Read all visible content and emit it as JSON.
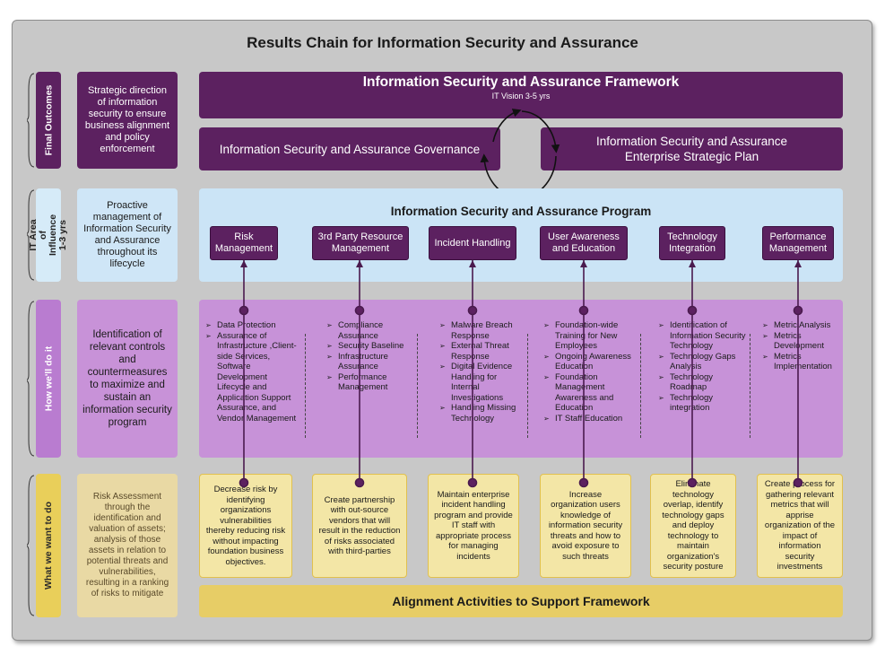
{
  "title": "Results Chain for Information Security and Assurance",
  "rows": {
    "final": "Final Outcomes",
    "it_area": "IT Area of Influence 1-3 yrs",
    "how": "How we'll do it",
    "what": "What we want to do"
  },
  "left_boxes": {
    "final": "Strategic direction of information security to ensure business alignment and policy enforcement",
    "it_area": "Proactive management of Information Security and Assurance throughout its lifecycle",
    "how": "Identification of relevant controls and countermeasures to maximize and sustain an information security program",
    "what": "Risk Assessment through the identification and valuation of assets; analysis of those assets in relation to potential threats and vulnerabilities, resulting in a ranking of risks to mitigate"
  },
  "framework": {
    "title": "Information Security and Assurance Framework",
    "vision": "IT Vision 3-5 yrs",
    "governance": "Information Security and Assurance Governance",
    "plan": "Information Security and Assurance Enterprise Strategic Plan"
  },
  "program": {
    "title": "Information Security and Assurance Program",
    "items": [
      "Risk Management",
      "3rd Party Resource Management",
      "Incident Handling",
      "User Awareness and Education",
      "Technology Integration",
      "Performance Management"
    ]
  },
  "how_columns": [
    [
      "Data Protection",
      "Assurance of Infrastructure ,Client-side Services, Software Development Lifecycle and Application Support Assurance, and Vendor Management"
    ],
    [
      "Compliance Assurance",
      "Security Baseline",
      "Infrastructure Assurance",
      "Performance Management"
    ],
    [
      "Malware Breach Response",
      "External Threat Response",
      "Digital Evidence Handling for Internal Investigations",
      "Handling Missing Technology"
    ],
    [
      "Foundation-wide Training for New Employees",
      "Ongoing Awareness Education",
      "Foundation Management Awareness and Education",
      "IT Staff Education"
    ],
    [
      "Identification of Information Security Technology",
      "Technology Gaps Analysis",
      "Technology Roadmap",
      "Technology integration"
    ],
    [
      "Metric Analysis",
      "Metrics Development",
      "Metrics Implementation"
    ]
  ],
  "what_cards": [
    "Decrease risk by identifying organizations vulnerabilities thereby reducing risk without impacting foundation business objectives.",
    "Create partnership with out-source vendors that will result in the reduction of risks associated with third-parties",
    "Maintain enterprise incident handling program and provide IT staff with appropriate process for managing incidents",
    "Increase organization users knowledge of information security threats and how to avoid exposure to such threats",
    "Eliminate technology overlap, identify technology gaps and deploy technology to maintain organization's security posture",
    "Create process for gathering relevant metrics that will apprise organization of the impact of information security investments"
  ],
  "alignment": "Alignment Activities to Support Framework",
  "colors": {
    "purple": "#5c2160",
    "light_blue": "#cfe6f7",
    "lavender": "#c792d8",
    "gold": "#e7cd66"
  }
}
